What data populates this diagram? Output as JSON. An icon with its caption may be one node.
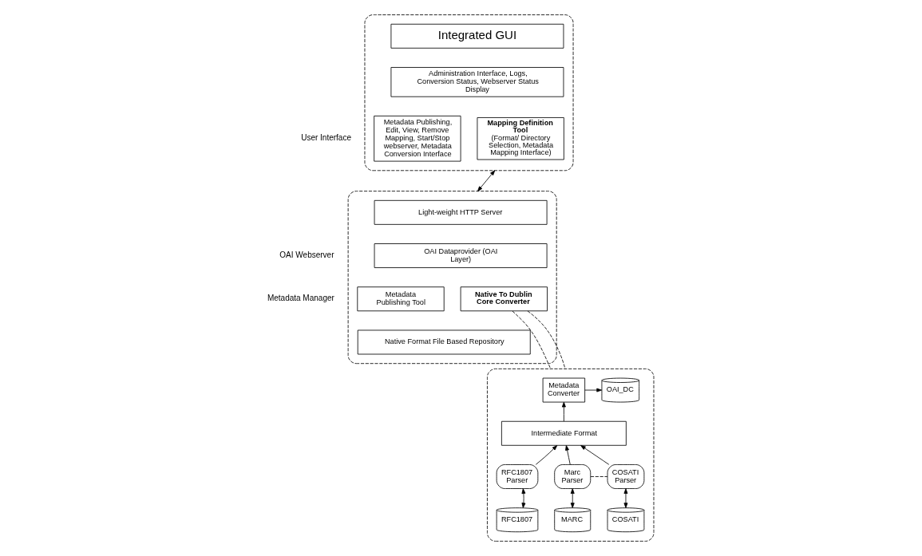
{
  "diagram": {
    "nodes": [
      {
        "text": [],
        "shape": "box"
      },
      {
        "text": [
          "Integrated GUI"
        ],
        "in": 0
      },
      {
        "text": [
          "Administration Interface, Logs, Conversion Status, Webserver Status Display"
        ],
        "in": 0
      },
      {
        "text": [
          "Metadata Publishing, Edit, View, Remove Mapping, Start/Stop webserver, Metadata Conversion Interface"
        ],
        "in": 0
      },
      {
        "text": [
          "Mapping Definition Tool",
          "(Format/ Directory Selection, Metadata Mapping Interface)"
        ],
        "in": 0
      },
      {
        "text": [],
        "shape": "box"
      },
      {
        "text": [
          "Light-weight HTTP Server"
        ],
        "in": 5
      },
      {
        "text": [
          "OAI Dataprovider (OAI Layer)"
        ],
        "in": 5
      },
      {
        "text": [
          "Metadata Publishing Tool"
        ],
        "in": 5
      },
      {
        "text": [
          "Native To Dublin Core Converter"
        ],
        "in": 5
      },
      {
        "text": [
          "Native Format File Based Repository"
        ],
        "in": 5
      },
      {
        "text": [],
        "shape": "box"
      },
      {
        "text": [
          "Metadata Converter"
        ],
        "in": 11
      },
      {
        "text": [
          "OAI_DC"
        ],
        "in": 11
      },
      {
        "text": [
          "Intermediate Format"
        ],
        "in": 11
      },
      {
        "text": [
          "RFC1807 Parser"
        ],
        "in": 11
      },
      {
        "text": [
          "Marc Parser"
        ],
        "in": 11
      },
      {
        "text": [
          "COSATI Parser"
        ],
        "in": 11
      },
      {
        "text": [
          "RFC1807"
        ],
        "in": 11
      },
      {
        "text": [
          "MARC"
        ],
        "in": 11
      },
      {
        "text": [
          "COSATI"
        ],
        "in": 11
      }
    ],
    "edges": [
      {
        "from": 0,
        "to": 5,
        "arrow": "both"
      },
      {
        "from": 9,
        "to": 11,
        "arrow": "none",
        "style": "dashed"
      },
      {
        "from": 9,
        "to": 11,
        "arrow": "none",
        "style": "dashed"
      },
      {
        "from": 12,
        "to": 13,
        "arrow": "to"
      },
      {
        "from": 14,
        "to": 12,
        "arrow": "to"
      },
      {
        "from": 15,
        "to": 14,
        "arrow": "to"
      },
      {
        "from": 16,
        "to": 14,
        "arrow": "to"
      },
      {
        "from": 17,
        "to": 14,
        "arrow": "to"
      },
      {
        "from": 15,
        "to": 18,
        "arrow": "both"
      },
      {
        "from": 16,
        "to": 19,
        "arrow": "both"
      },
      {
        "from": 17,
        "to": 20,
        "arrow": "both"
      },
      {
        "from": 16,
        "to": 17,
        "arrow": "none",
        "style": "dashed"
      }
    ],
    "labels": [
      "User Interface",
      "OAI Webserver",
      "Metadata Manager"
    ]
  }
}
